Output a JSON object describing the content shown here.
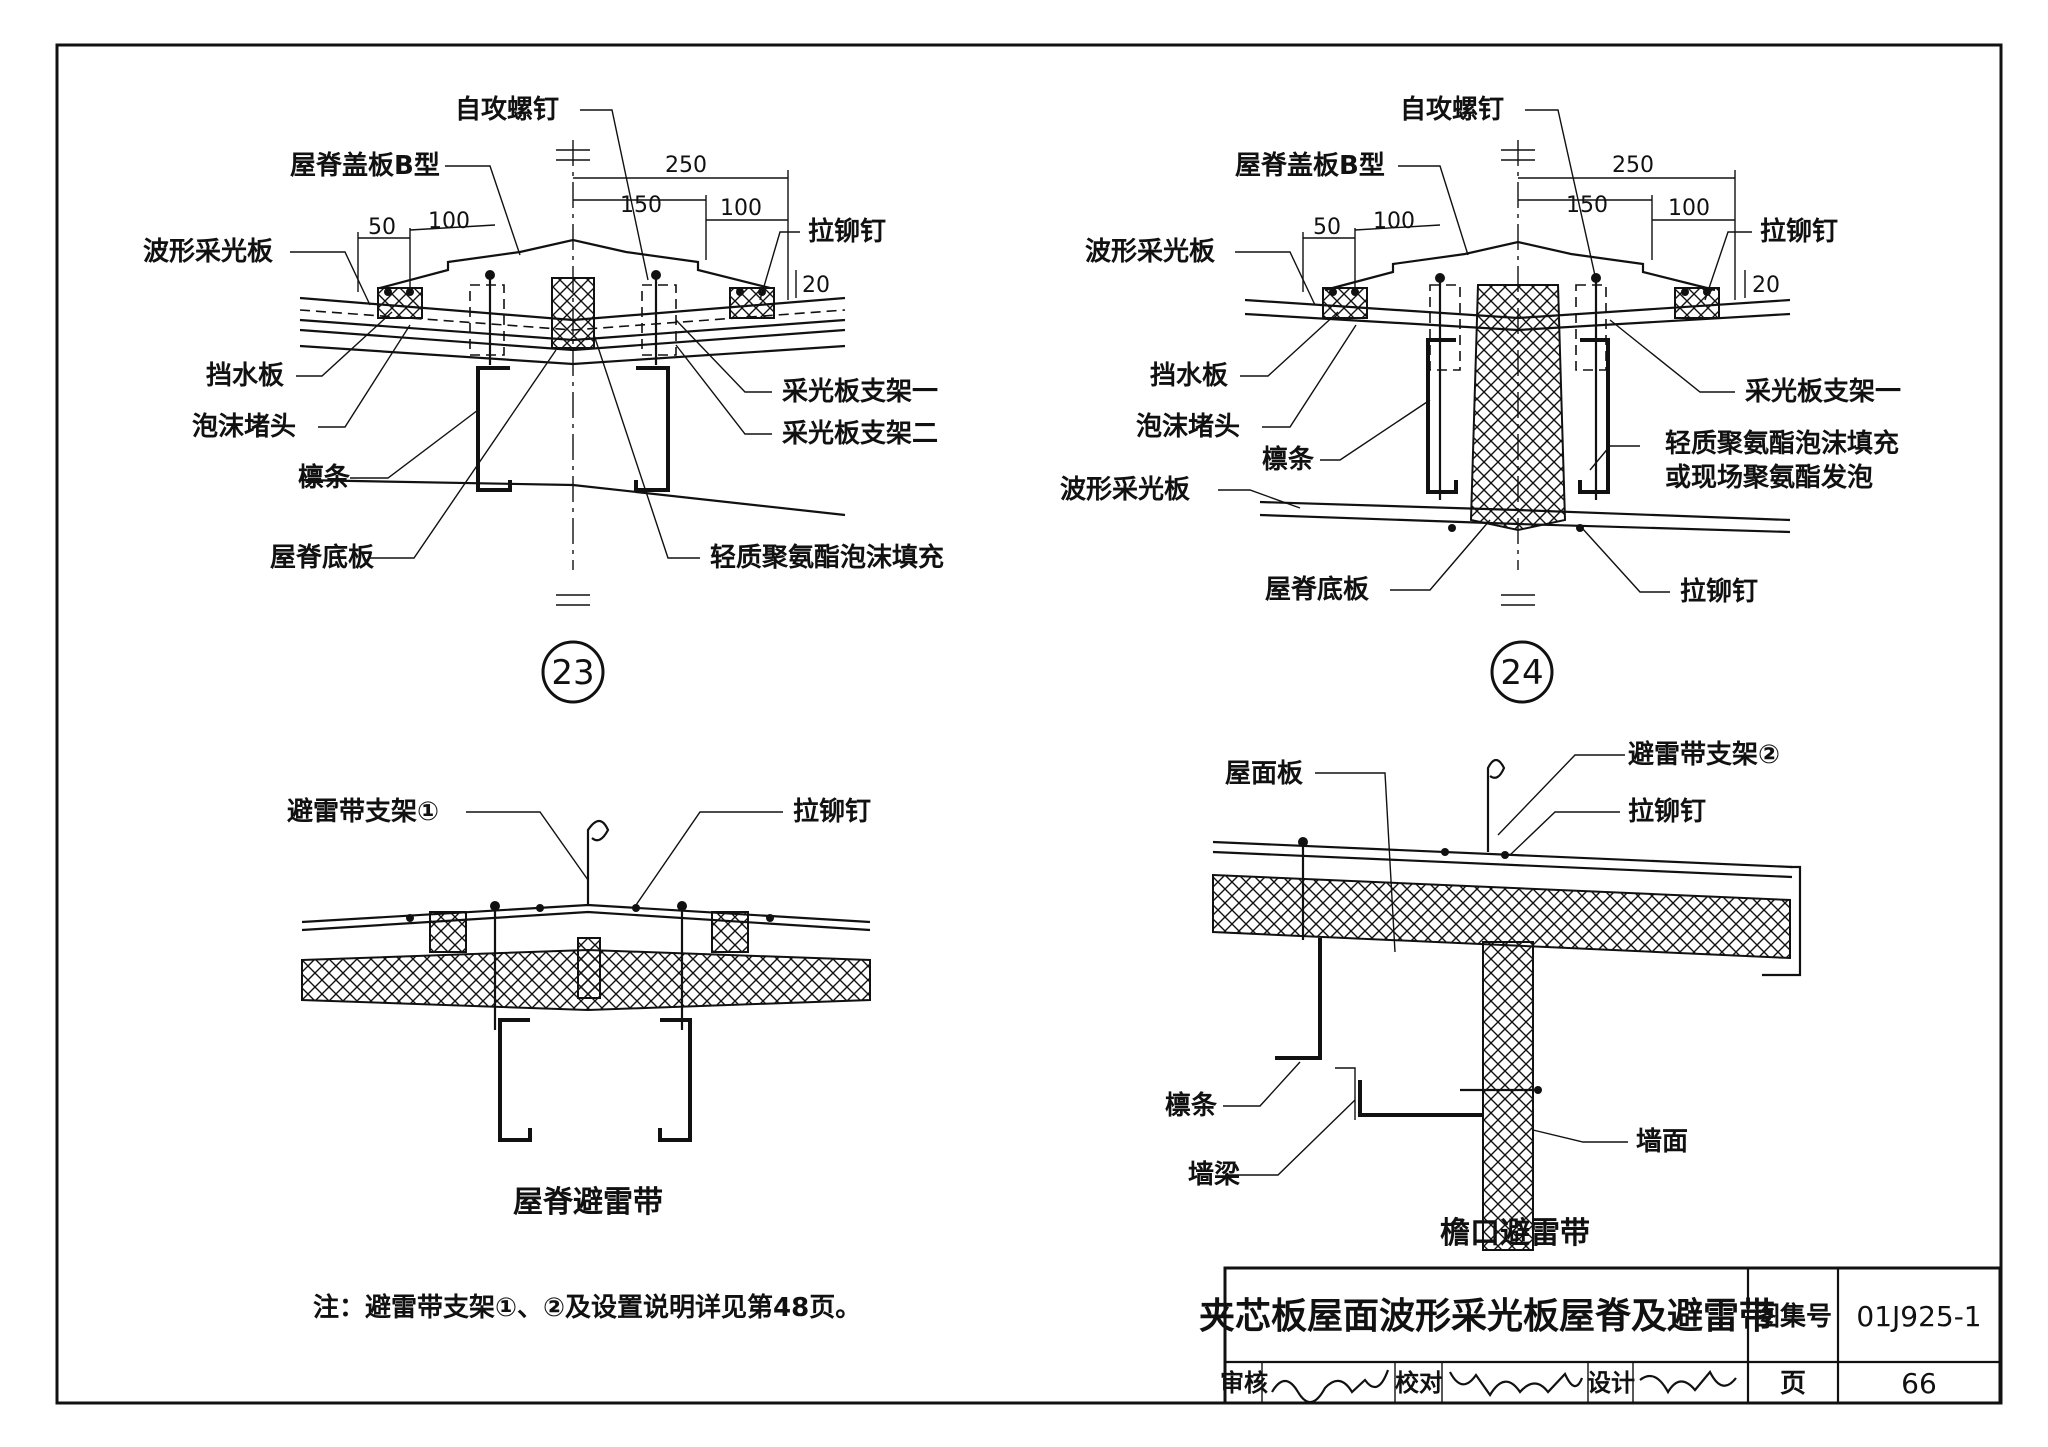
{
  "detail_23": {
    "number": "23",
    "labels": {
      "self_tapping_screw": "自攻螺钉",
      "ridge_cover_b": "屋脊盖板B型",
      "wave_skylight": "波形采光板",
      "water_stop": "挡水板",
      "foam_plug": "泡沫堵头",
      "purlin": "檩条",
      "ridge_bottom": "屋脊底板",
      "pull_rivet": "拉铆钉",
      "bracket_1": "采光板支架一",
      "bracket_2": "采光板支架二",
      "pu_fill": "轻质聚氨酯泡沫填充"
    },
    "dims": {
      "d250": "250",
      "d150": "150",
      "d100a": "100",
      "d50": "50",
      "d100b": "100",
      "d20": "20"
    }
  },
  "detail_24": {
    "number": "24",
    "labels": {
      "self_tapping_screw": "自攻螺钉",
      "ridge_cover_b": "屋脊盖板B型",
      "wave_skylight_top": "波形采光板",
      "water_stop": "挡水板",
      "foam_plug": "泡沫堵头",
      "purlin": "檩条",
      "wave_skylight_bottom": "波形采光板",
      "ridge_bottom": "屋脊底板",
      "pull_rivet_top": "拉铆钉",
      "bracket_1": "采光板支架一",
      "pu_fill_line1": "轻质聚氨酯泡沫填充",
      "pu_fill_line2": "或现场聚氨酯发泡",
      "pull_rivet_bottom": "拉铆钉"
    },
    "dims": {
      "d250": "250",
      "d150": "150",
      "d100a": "100",
      "d50": "50",
      "d100b": "100",
      "d20": "20"
    }
  },
  "ridge_lightning": {
    "caption": "屋脊避雷带",
    "labels": {
      "bracket_1": "避雷带支架①",
      "pull_rivet": "拉铆钉"
    }
  },
  "eave_lightning": {
    "caption": "檐口避雷带",
    "labels": {
      "roof_panel": "屋面板",
      "bracket_2": "避雷带支架②",
      "pull_rivet": "拉铆钉",
      "purlin": "檩条",
      "wall_beam": "墙梁",
      "wall": "墙面"
    }
  },
  "note": "注：避雷带支架①、②及设置说明详见第48页。",
  "title_block": {
    "title": "夹芯板屋面波形采光板屋脊及避雷带",
    "atlas_label": "图集号",
    "atlas_no": "01J925-1",
    "review_label": "审核",
    "check_label": "校对",
    "design_label": "设计",
    "page_label": "页",
    "page_no": "66"
  }
}
